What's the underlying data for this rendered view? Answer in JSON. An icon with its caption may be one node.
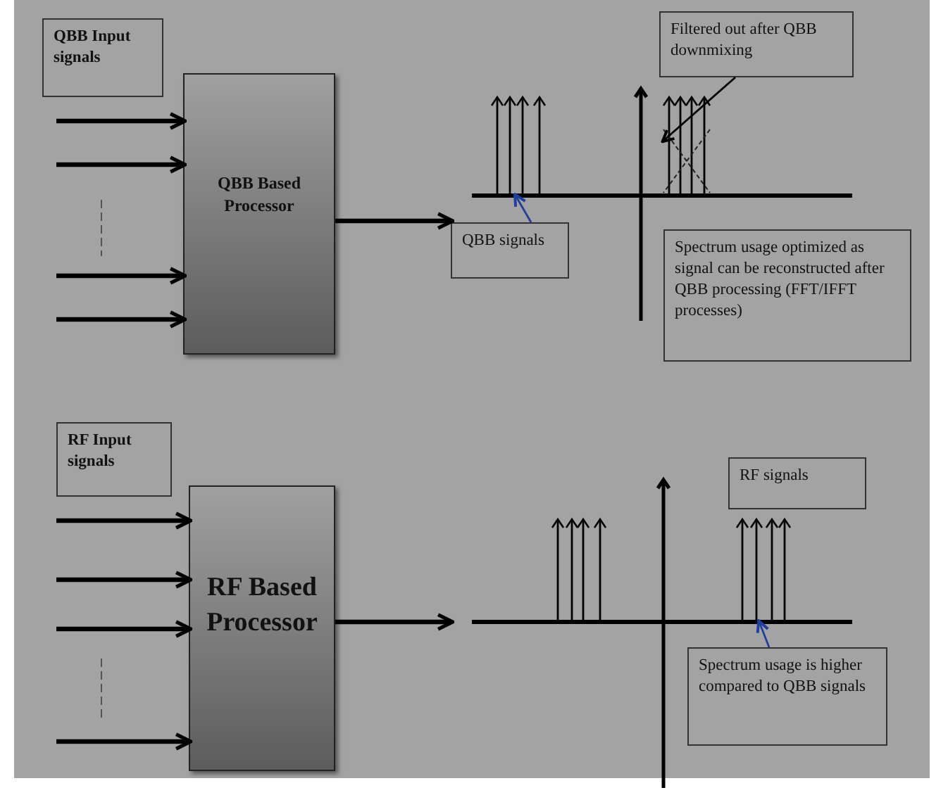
{
  "diagram": {
    "nodes": [
      {
        "text": [
          "QBB Input signals"
        ]
      },
      {
        "text": [
          "QBB Based Processor"
        ]
      },
      {
        "text": [],
        "shape": "plot"
      },
      {
        "text": [],
        "shape": "arrows",
        "in": 2
      },
      {
        "text": [],
        "shape": "arrows",
        "in": 2
      },
      {
        "text": [
          "Filtered out after QBB downmixing"
        ]
      },
      {
        "text": [
          "QBB signals"
        ]
      },
      {
        "text": [
          "Spectrum usage optimized as signal can be reconstructed after QBB processing (FFT/IFFT processes)"
        ]
      },
      {
        "text": [
          "RF Input signals"
        ]
      },
      {
        "text": [
          "RF Based Processor"
        ]
      },
      {
        "text": [],
        "shape": "plot"
      },
      {
        "text": [],
        "shape": "arrows",
        "in": 10
      },
      {
        "text": [],
        "shape": "arrows",
        "in": 10
      },
      {
        "text": [
          "RF signals"
        ]
      },
      {
        "text": [
          "Spectrum usage is higher compared to QBB signals"
        ]
      }
    ],
    "edges": [
      {
        "from": null,
        "to": 1,
        "arrow": "to"
      },
      {
        "from": null,
        "to": 1,
        "arrow": "to"
      },
      {
        "from": null,
        "to": 1,
        "arrow": "to"
      },
      {
        "from": null,
        "to": 1,
        "arrow": "to"
      },
      {
        "from": 1,
        "to": 2,
        "arrow": "to"
      },
      {
        "from": 6,
        "to": 3,
        "arrow": "to",
        "color": "#1f3f9f"
      },
      {
        "from": 5,
        "to": 4,
        "arrow": "to"
      },
      {
        "from": null,
        "to": 9,
        "arrow": "to"
      },
      {
        "from": null,
        "to": 9,
        "arrow": "to"
      },
      {
        "from": null,
        "to": 9,
        "arrow": "to"
      },
      {
        "from": null,
        "to": 9,
        "arrow": "to"
      },
      {
        "from": 9,
        "to": 10,
        "arrow": "to"
      },
      {
        "from": 14,
        "to": 12,
        "arrow": "to",
        "color": "#1f3f9f"
      }
    ]
  }
}
